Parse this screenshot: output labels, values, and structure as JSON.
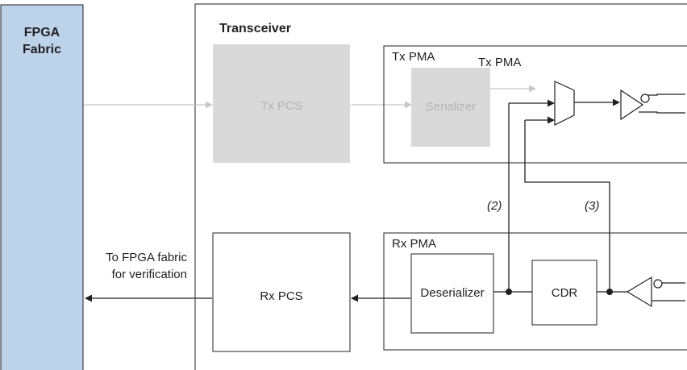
{
  "fpga": {
    "title_line1": "FPGA",
    "title_line2": "Fabric"
  },
  "transceiver": {
    "title": "Transceiver"
  },
  "tx_pma_box_label": "Tx PMA",
  "tx_pma_path_label": "Tx PMA",
  "rx_pma_box_label": "Rx PMA",
  "tx_pcs_label": "Tx PCS",
  "serializer_label": "Serializer",
  "rx_pcs_label": "Rx PCS",
  "deserializer_label": "Deserializer",
  "cdr_label": "CDR",
  "path_labels": {
    "loop2": "(2)",
    "loop3": "(3)"
  },
  "output_note": {
    "line1": "To FPGA fabric",
    "line2": "for verification"
  },
  "colors": {
    "fpga_fill": "#bdd3ea",
    "inactive_fill": "#d9d9d9",
    "inactive_stroke": "#c8c8c8",
    "line": "#231f20"
  }
}
